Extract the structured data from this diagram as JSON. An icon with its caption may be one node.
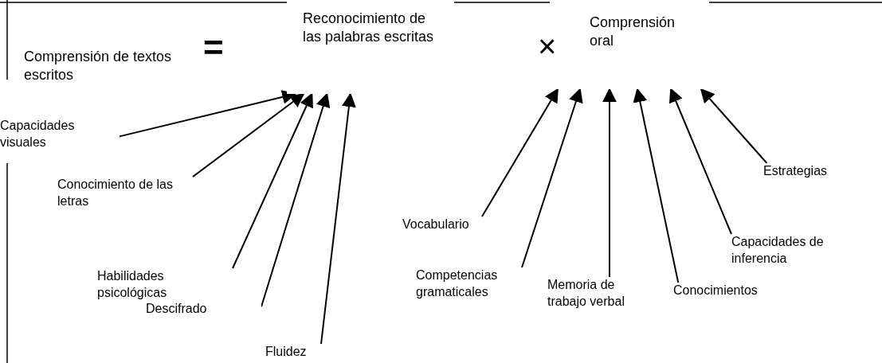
{
  "diagram": {
    "nodes": [
      {
        "text": [
          "Comprensión de textos escritos"
        ]
      },
      {
        "text": [
          "Reconocimiento de las palabras escritas"
        ]
      },
      {
        "text": [
          "Comprensión oral"
        ]
      },
      {
        "text": [
          "Capacidades visuales"
        ]
      },
      {
        "text": [
          "Conocimiento de las letras"
        ]
      },
      {
        "text": [
          "Habilidades psicológicas"
        ]
      },
      {
        "text": [
          "Descifrado"
        ]
      },
      {
        "text": [
          "Fluidez"
        ]
      },
      {
        "text": [
          "Vocabulario"
        ]
      },
      {
        "text": [
          "Competencias gramaticales"
        ]
      },
      {
        "text": [
          "Memoria de trabajo verbal"
        ]
      },
      {
        "text": [
          "Conocimientos"
        ]
      },
      {
        "text": [
          "Capacidades de inferencia"
        ]
      },
      {
        "text": [
          "Estrategias"
        ]
      }
    ],
    "edges": [
      {
        "from": 3,
        "to": 1,
        "arrow": "to"
      },
      {
        "from": 4,
        "to": 1,
        "arrow": "to"
      },
      {
        "from": 5,
        "to": 1,
        "arrow": "to"
      },
      {
        "from": 6,
        "to": 1,
        "arrow": "to"
      },
      {
        "from": 7,
        "to": 1,
        "arrow": "to"
      },
      {
        "from": 8,
        "to": 2,
        "arrow": "to"
      },
      {
        "from": 9,
        "to": 2,
        "arrow": "to"
      },
      {
        "from": 10,
        "to": 2,
        "arrow": "to"
      },
      {
        "from": 11,
        "to": 2,
        "arrow": "to"
      },
      {
        "from": 12,
        "to": 2,
        "arrow": "to"
      },
      {
        "from": 13,
        "to": 2,
        "arrow": "to"
      }
    ],
    "labels": [
      "=",
      "×"
    ]
  }
}
